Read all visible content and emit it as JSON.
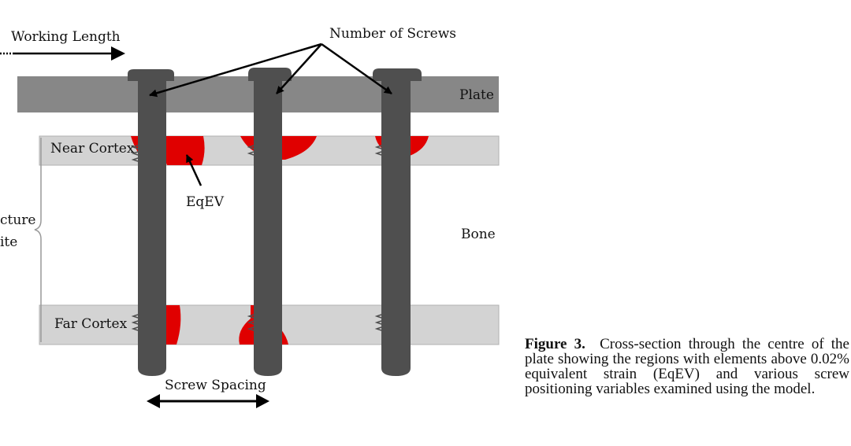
{
  "labels": {
    "working_length": "Working Length",
    "number_of_screws": "Number of Screws",
    "plate": "Plate",
    "near_cortex": "Near Cortex",
    "eqev": "EqEV",
    "fracture_line1": "cture",
    "fracture_line2": "ite",
    "bone": "Bone",
    "far_cortex": "Far Cortex",
    "screw_spacing": "Screw Spacing"
  },
  "caption": {
    "label": "Figure 3.",
    "text": "Cross-section through the centre of the plate showing the regions with elements above 0.02% equivalent strain (EqEV) and various screw positioning variables examined using the model."
  },
  "colors": {
    "plate": "#878787",
    "cortex": "#d3d3d3",
    "screw": "#4f4f4f",
    "strain": "#e00000",
    "background": "#ffffff"
  }
}
